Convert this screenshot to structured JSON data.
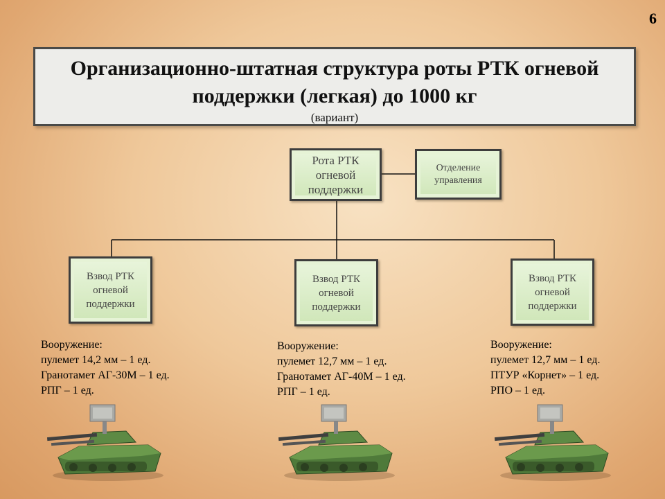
{
  "slide": {
    "number": "6"
  },
  "title": {
    "line1": "Организационно-штатная структура роты РТК огневой",
    "line2": "поддержки (легкая) до 1000 кг",
    "subtitle": "(вариант)"
  },
  "org": {
    "root": "Рота РТК\nогневой\nподдержки",
    "management": "Отделение\nуправления",
    "platoons": [
      "Взвод РТК\nогневой\nподдержки",
      "Взвод РТК\nогневой\nподдержки",
      "Взвод РТК\nогневой\nподдержки"
    ]
  },
  "weapons": [
    {
      "header": "Вооружение:",
      "items": [
        "пулемет 14,2 мм – 1 ед.",
        "Гранотамет АГ-30М – 1 ед.",
        "РПГ – 1 ед."
      ]
    },
    {
      "header": "Вооружение:",
      "items": [
        "пулемет 12,7 мм – 1 ед.",
        "Гранотамет АГ-40М – 1 ед.",
        "РПГ – 1 ед."
      ]
    },
    {
      "header": "Вооружение:",
      "items": [
        "пулемет 12,7 мм – 1 ед.",
        "ПТУР «Корнет» – 1 ед.",
        "РПО – 1 ед."
      ]
    }
  ],
  "colors": {
    "box_fill": "#d8ecc4",
    "box_border": "#3d3d3d",
    "title_fill": "#ededea",
    "vehicle_green": "#4f7a3a"
  }
}
